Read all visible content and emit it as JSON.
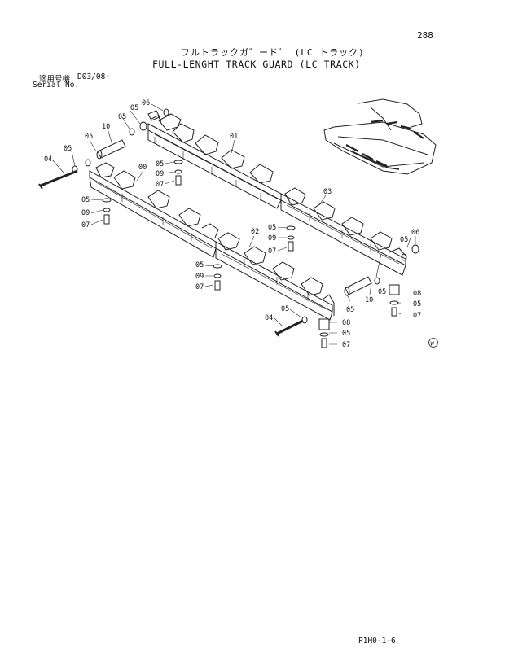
{
  "page_number": "288",
  "title_jp": "フルトラックガ゛ード゛ (LC トラック)",
  "title_en": "FULL-LENGHT TRACK GUARD (LC TRACK)",
  "applicability": {
    "label_jp": "適用号機",
    "code": "D03/08-",
    "label_en": "Serial No."
  },
  "footer_code": "P1H0-1-6",
  "watermark_symbol": "W",
  "callouts": {
    "c06a": "06",
    "c05a": "05",
    "c10a": "10",
    "c05b": "05",
    "c05c": "05",
    "c04a": "04",
    "c01": "01",
    "c00": "00",
    "c05d": "05",
    "c09a": "09",
    "c07a": "07",
    "c05e": "05",
    "c09b": "09",
    "c07b": "07",
    "c03": "03",
    "c05f": "05",
    "c09c": "09",
    "c07c": "07",
    "c02": "02",
    "c05g": "05",
    "c09d": "09",
    "c07d": "07",
    "c05h": "05",
    "c06b": "06",
    "c05i": "05",
    "c10b": "10",
    "c05j": "05",
    "c08a": "08",
    "c05k": "05",
    "c07e": "07",
    "c05l": "05",
    "c04b": "04",
    "c08b": "08",
    "c05m": "05",
    "c07f": "07"
  }
}
